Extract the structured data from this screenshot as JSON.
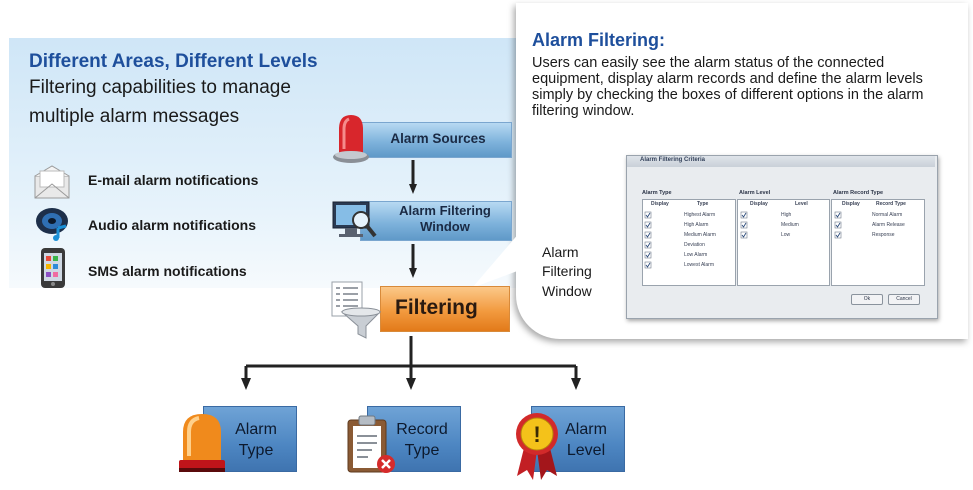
{
  "left_panel": {
    "title": "Different Areas, Different Levels",
    "subtitle_line1": "Filtering capabilities to manage",
    "subtitle_line2": "multiple alarm messages",
    "notifications": [
      {
        "label": "E-mail alarm notifications",
        "icon": "email-icon"
      },
      {
        "label": "Audio alarm notifications",
        "icon": "speaker-icon"
      },
      {
        "label": "SMS alarm notifications",
        "icon": "phone-icon"
      }
    ]
  },
  "flow": {
    "alarm_sources": "Alarm Sources",
    "filtering_window_line1": "Alarm Filtering",
    "filtering_window_line2": "Window",
    "filtering": "Filtering",
    "outputs": [
      {
        "line1": "Alarm",
        "line2": "Type",
        "icon": "siren-light-icon"
      },
      {
        "line1": "Record",
        "line2": "Type",
        "icon": "clipboard-icon"
      },
      {
        "line1": "Alarm",
        "line2": "Level",
        "icon": "award-ribbon-icon"
      }
    ]
  },
  "callout": {
    "title": "Alarm Filtering:",
    "text": "Users can easily see the alarm status of the connected equipment, display alarm records and define the alarm levels simply by checking the boxes of different options in the alarm filtering window.",
    "side_label": [
      "Alarm",
      "Filtering",
      "Window"
    ]
  },
  "dialog": {
    "title": "Alarm Filtering Criteria",
    "sections": {
      "alarm_type": "Alarm Type",
      "alarm_level": "Alarm Level",
      "record_type": "Alarm Record Type"
    },
    "col_display": "Display",
    "col_type": "Type",
    "col_level": "Level",
    "col_record_type": "Record Type",
    "alarm_types": [
      "Highest Alarm",
      "High Alarm",
      "Medium Alarm",
      "Deviation",
      "Low Alarm",
      "Lowest Alarm"
    ],
    "alarm_levels": [
      "High",
      "Medium",
      "Low"
    ],
    "record_types": [
      "Normal Alarm",
      "Alarm Release",
      "Response"
    ],
    "ok": "Ok",
    "cancel": "Cancel"
  },
  "colors": {
    "title_blue": "#1e4f9c",
    "step_blue": "#7fb3dc",
    "filter_orange": "#f29a3f",
    "output_blue": "#4d86c2"
  }
}
